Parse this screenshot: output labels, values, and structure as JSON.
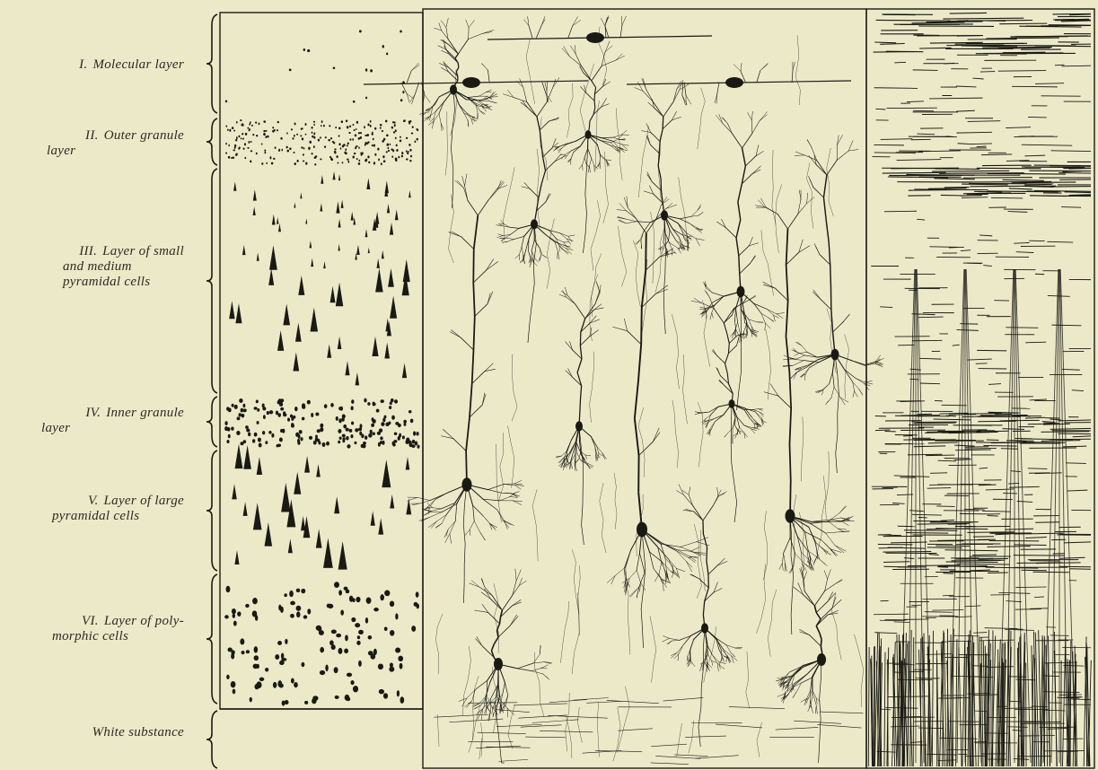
{
  "figure": {
    "background_color": "#ece9c9",
    "ink_color": "#1a1a14",
    "layers": [
      {
        "id": "I",
        "numeral": "I.",
        "lines": [
          "Molecular layer"
        ]
      },
      {
        "id": "II",
        "numeral": "II.",
        "lines": [
          "Outer granule",
          "layer"
        ]
      },
      {
        "id": "III",
        "numeral": "III.",
        "lines": [
          "Layer of small",
          "and medium",
          "pyramidal cells"
        ]
      },
      {
        "id": "IV",
        "numeral": "IV.",
        "lines": [
          "Inner granule",
          "layer"
        ]
      },
      {
        "id": "V",
        "numeral": "V.",
        "lines": [
          "Layer of large",
          "pyramidal cells"
        ]
      },
      {
        "id": "VI",
        "numeral": "VI.",
        "lines": [
          "Layer of poly-",
          "morphic cells"
        ]
      },
      {
        "id": "WS",
        "numeral": "",
        "lines": [
          "White substance"
        ]
      }
    ],
    "panels": [
      {
        "id": "cell-bodies-panel",
        "content": "cell body stain"
      },
      {
        "id": "neurons-panel",
        "content": "neuron morphology"
      },
      {
        "id": "fibers-panel",
        "content": "myelinated fibers"
      }
    ]
  }
}
